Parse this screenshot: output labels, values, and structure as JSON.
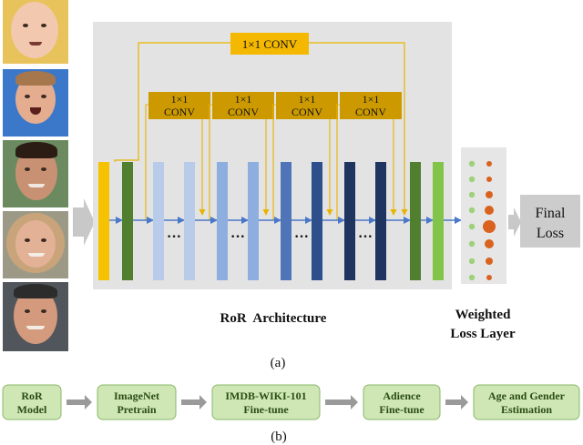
{
  "faces": [
    "face-baby",
    "face-toddler",
    "face-young-man",
    "face-woman",
    "face-older-man"
  ],
  "architecture": {
    "shortcut_top_label": "1×1 CONV",
    "shortcut_block_labels": [
      "1×1\nCONV",
      "1×1\nCONV",
      "1×1\nCONV",
      "1×1\nCONV"
    ],
    "ellipsis": "···",
    "title": "RoR  Architecture"
  },
  "weighted_loss": {
    "label_line1": "Weighted",
    "label_line2": "Loss Layer"
  },
  "final_loss": {
    "line1": "Final",
    "line2": "Loss"
  },
  "caption_a": "(a)",
  "pipeline": {
    "steps": [
      {
        "line1": "RoR",
        "line2": "Model"
      },
      {
        "line1": "ImageNet",
        "line2": "Pretrain"
      },
      {
        "line1": "IMDB-WIKI-101",
        "line2": "Fine-tune"
      },
      {
        "line1": "Adience",
        "line2": "Fine-tune"
      },
      {
        "line1": "Age and Gender",
        "line2": "Estimation"
      }
    ]
  },
  "caption_b": "(b)",
  "colors": {
    "panel_bg": "#e3e3e3",
    "conv_box": "#cc9a00",
    "conv_box_light": "#f5b800",
    "shortcut_line": "#e8b400",
    "flow_arrow": "#4a78c8",
    "yellow_layer": "#f6c200",
    "dark_green_layer": "#4f7f2f",
    "light_green_layer": "#82c44a",
    "layer_blue_1": "#b8cbe8",
    "layer_blue_2": "#8eaedf",
    "layer_blue_3": "#4f74b8",
    "layer_blue_4": "#2d4f8c",
    "layer_blue_5": "#1f3560",
    "green_dot": "#9ed17a",
    "orange_dot": "#d9631e",
    "pipeline_box": "#cfe6b5",
    "pipeline_border": "#8ab86a",
    "pipeline_text": "#2a4d14",
    "pipeline_arrow": "#9a9a9a",
    "final_loss_bg": "#cccccc"
  }
}
